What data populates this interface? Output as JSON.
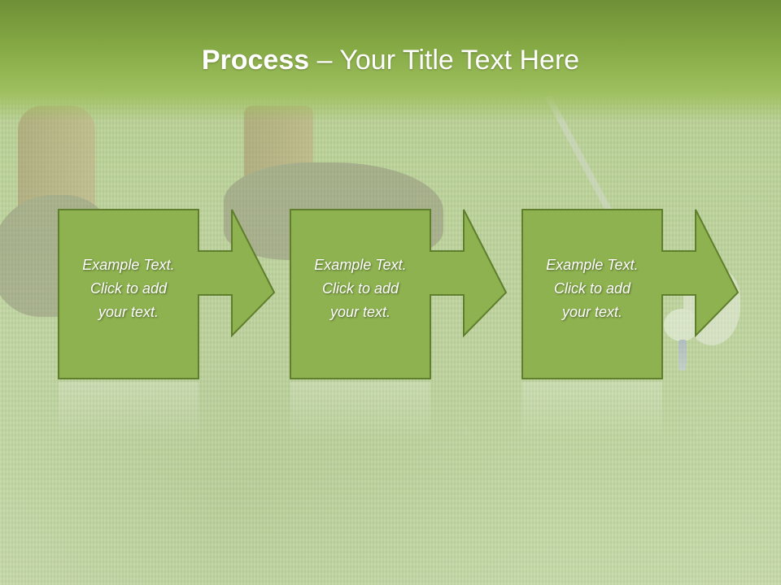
{
  "title": {
    "bold": "Process",
    "rest": " – Your Title Text Here"
  },
  "steps": [
    {
      "lines": [
        "Example Text.",
        "Click  to add",
        "your text."
      ]
    },
    {
      "lines": [
        "Example Text.",
        "Click  to add",
        "your text."
      ]
    },
    {
      "lines": [
        "Example Text.",
        "Click  to add",
        "your text."
      ]
    }
  ],
  "colors": {
    "step_fill": "#8db24f",
    "step_stroke": "#5f7f2c",
    "title_band": "#86aa45"
  }
}
